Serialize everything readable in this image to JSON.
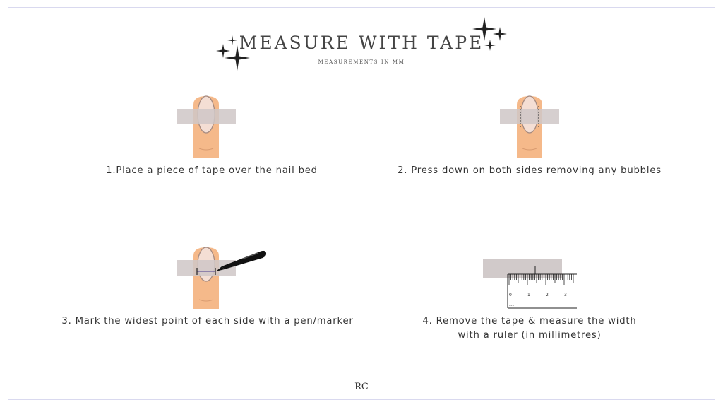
{
  "header": {
    "title": "MEASURE WITH TAPE",
    "subtitle": "MEASUREMENTS IN MM"
  },
  "steps": [
    {
      "number": "1.",
      "text": "Place a piece of tape over the nail bed"
    },
    {
      "number": "2.",
      "text": "Press down on both sides removing any bubbles"
    },
    {
      "number": "3.",
      "text": "Mark the widest point of each side with a pen/marker"
    },
    {
      "number": "4.",
      "line1": "Remove the tape & measure the width",
      "line2": "with a ruler (in millimetres)"
    }
  ],
  "ruler": {
    "labels": [
      "0",
      "1",
      "2",
      "3"
    ],
    "unit": "mm"
  },
  "footer": {
    "logo": "RC"
  },
  "colors": {
    "tape": "#cfc7c7",
    "skin": "#f5b98a",
    "nail": "#f4ded4",
    "pen": "#111111",
    "frame": "#d9d9ef"
  },
  "icons": [
    "sparkle-icon",
    "finger-icon",
    "pen-icon",
    "ruler-icon"
  ]
}
